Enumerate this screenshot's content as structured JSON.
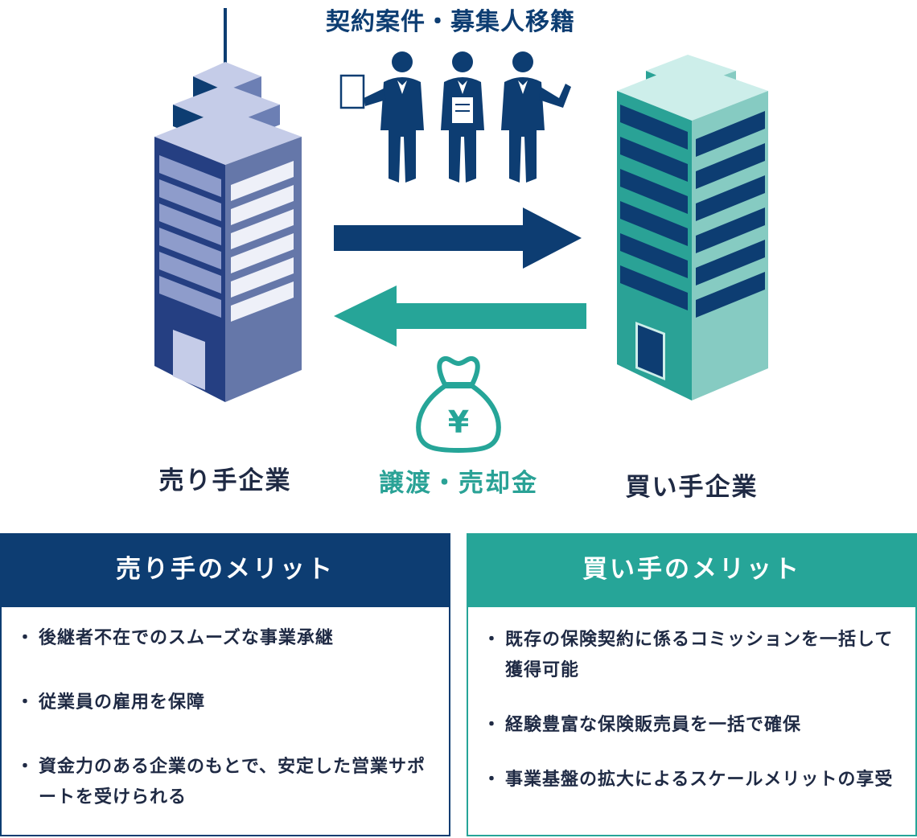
{
  "top_label": "契約案件・募集人移籍",
  "seller": {
    "label": "売り手企業"
  },
  "buyer": {
    "label": "買い手企業"
  },
  "money": {
    "label": "譲渡・売却金",
    "symbol": "¥"
  },
  "colors": {
    "navy": "#0d3d72",
    "teal": "#26a598",
    "building_blue": "#3a5597",
    "building_teal": "#2aa296"
  },
  "icons": [
    "seller-building-icon",
    "buyer-building-icon",
    "business-people-icon",
    "money-bag-icon",
    "right-arrow-icon",
    "left-arrow-icon"
  ],
  "seller_merits": {
    "title": "売り手のメリット",
    "items": [
      {
        "text": "後継者不在でのスムーズな事業承継"
      },
      {
        "text": "従業員の雇用を保障"
      },
      {
        "text": "資金力のある企業のもとで、安定した営業サポートを受けられる"
      }
    ]
  },
  "buyer_merits": {
    "title": "買い手のメリット",
    "items": [
      {
        "text": "既存の保険契約に係るコミッションを一括して獲得可能"
      },
      {
        "text": "経験豊富な保険販売員を一括で確保"
      },
      {
        "text": "事業基盤の拡大によるスケールメリットの享受"
      }
    ]
  }
}
